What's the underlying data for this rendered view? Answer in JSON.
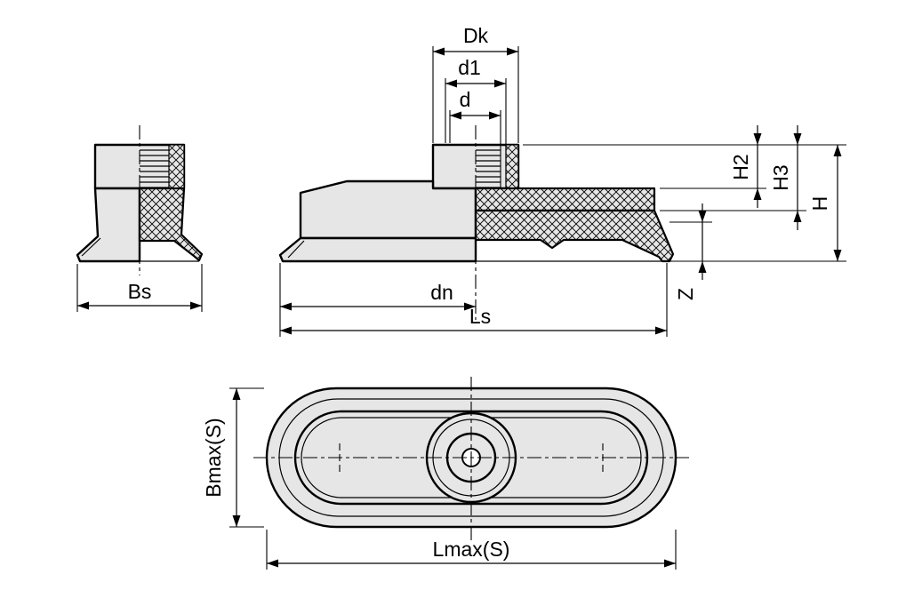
{
  "drawing": {
    "type": "suction-cup-technical-drawing",
    "background": "#ffffff",
    "colors": {
      "part_fill": "#e6e6e6",
      "line": "#000000"
    },
    "labels": {
      "dk": "Dk",
      "d1": "d1",
      "d": "d",
      "h2": "H2",
      "h3": "H3",
      "h": "H",
      "z": "Z",
      "bs": "Bs",
      "dn": "dn",
      "ls": "Ls",
      "bmax": "Bmax(S)",
      "lmax": "Lmax(S)"
    }
  }
}
